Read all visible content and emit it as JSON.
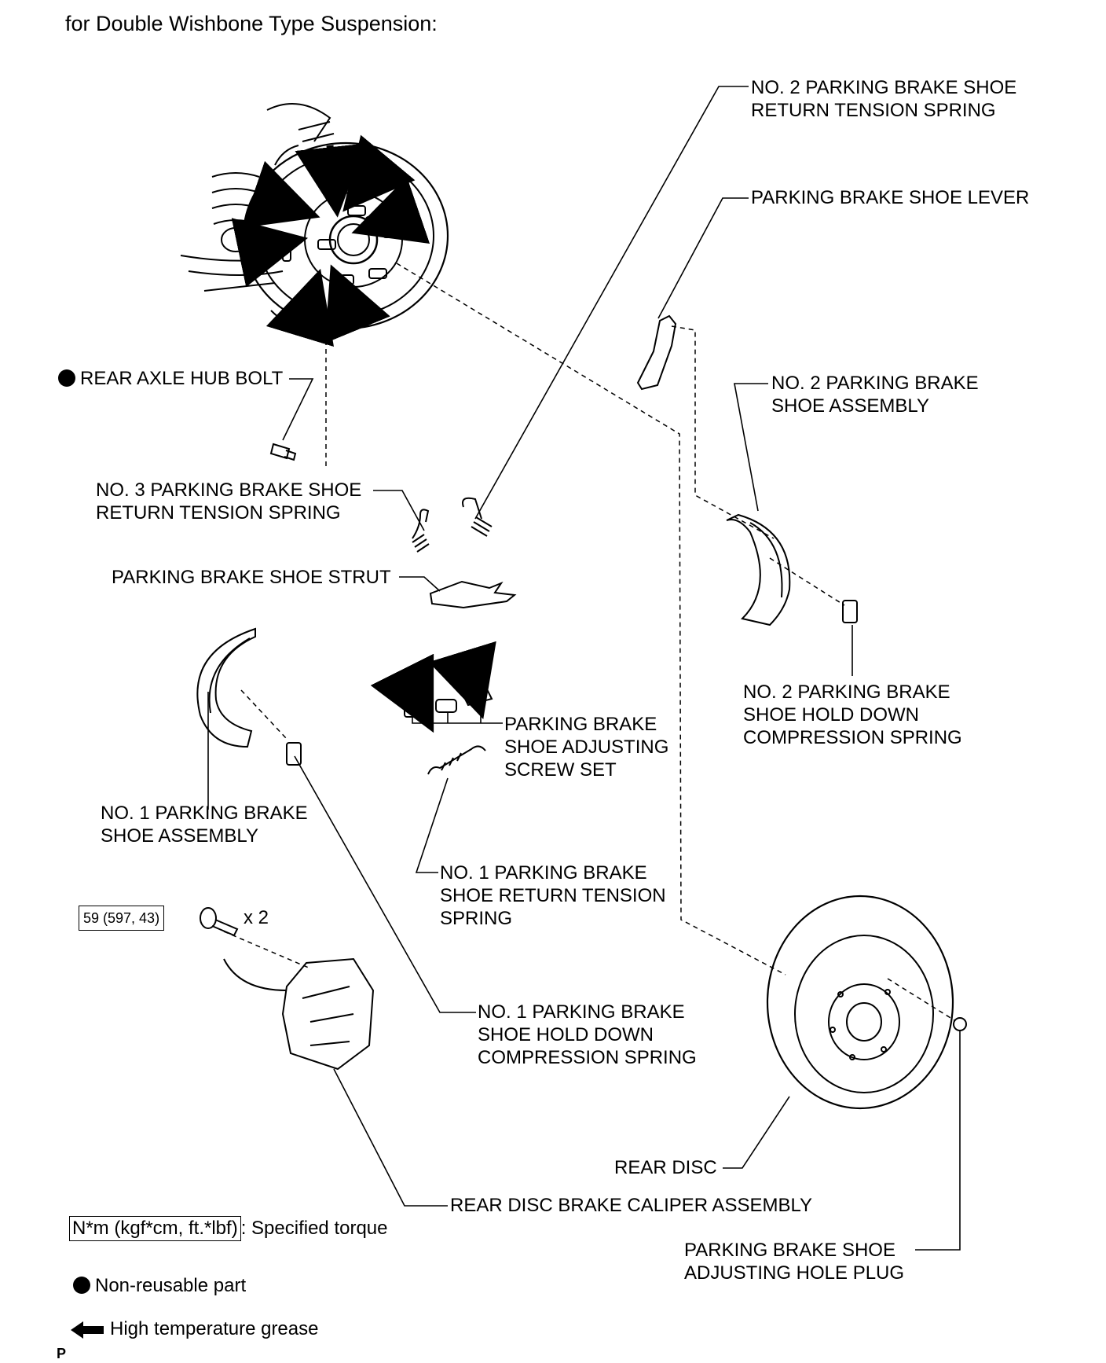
{
  "heading": "for Double Wishbone Type Suspension:",
  "labels": {
    "no2_return_spring": [
      "NO. 2 PARKING BRAKE SHOE",
      "RETURN TENSION SPRING"
    ],
    "shoe_lever": [
      "PARKING BRAKE SHOE LEVER"
    ],
    "hub_bolt": [
      "REAR AXLE HUB BOLT"
    ],
    "no2_shoe_assembly": [
      "NO. 2 PARKING BRAKE",
      "SHOE ASSEMBLY"
    ],
    "no3_return_spring": [
      "NO. 3 PARKING BRAKE SHOE",
      "RETURN TENSION SPRING"
    ],
    "shoe_strut": [
      "PARKING BRAKE SHOE STRUT"
    ],
    "no2_hold_down": [
      "NO. 2 PARKING BRAKE",
      "SHOE HOLD DOWN",
      "COMPRESSION SPRING"
    ],
    "adjusting_screw_set": [
      "PARKING BRAKE",
      "SHOE ADJUSTING",
      "SCREW SET"
    ],
    "no1_shoe_assembly": [
      "NO. 1 PARKING BRAKE",
      "SHOE ASSEMBLY"
    ],
    "no1_return_spring": [
      "NO. 1 PARKING BRAKE",
      "SHOE RETURN TENSION",
      "SPRING"
    ],
    "no1_hold_down": [
      "NO. 1 PARKING BRAKE",
      "SHOE HOLD DOWN",
      "COMPRESSION SPRING"
    ],
    "rear_disc": [
      "REAR DISC"
    ],
    "caliper": [
      "REAR DISC BRAKE CALIPER ASSEMBLY"
    ],
    "hole_plug": [
      "PARKING BRAKE SHOE",
      "ADJUSTING HOLE PLUG"
    ]
  },
  "torque": {
    "value": "59 (597, 43)",
    "quantity": "x 2"
  },
  "legend": {
    "torque_unit": "N*m (kgf*cm, ft.*lbf)",
    "torque_desc": ": Specified torque",
    "non_reusable": "Non-reusable part",
    "grease": "High temperature grease"
  },
  "page_marker": "P",
  "colors": {
    "ink": "#000000",
    "paper": "#ffffff"
  }
}
